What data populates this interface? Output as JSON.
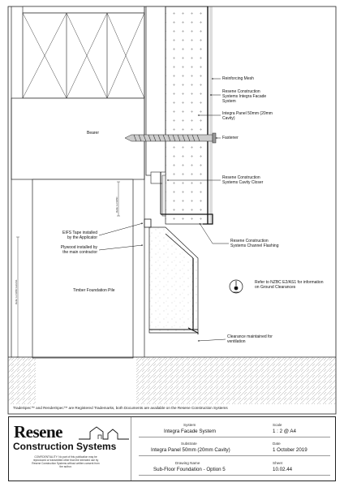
{
  "labels": {
    "reinforcing_mesh": "Reinforcing Mesh",
    "resene_facade_system": [
      "Resene Construction",
      "Systems Integra Facade",
      "System"
    ],
    "integra_panel": [
      "Integra Panel 50mm (20mm",
      "Cavity)"
    ],
    "fastener": "Fastener",
    "bearer": "Bearer",
    "cavity_closer": [
      "Resene Construction",
      "Systems Cavity Closer"
    ],
    "eifs_tape": [
      "EIFS Tape installed",
      "by the Applicator"
    ],
    "plywood": [
      "Plywood installed by",
      "the main contractor"
    ],
    "channel_flashing": [
      "Resene Construction",
      "Systems Channel Flashing"
    ],
    "nzbc_note": [
      "Refer to NZBC E2/AS1 for information",
      "on Ground Clearances"
    ],
    "timber_pile": "Timber Foundation Pile",
    "clearance": [
      "Clearance maintained for",
      "ventilation"
    ],
    "dim_small": "Refer to NZBC",
    "dim_large": "Refer to NZBC E2/AS1"
  },
  "footnote": "TradeSpec™ and RenderSpec™ are Registered Trademarks, both Documents are available on the Resene Construction Systems",
  "title_block": {
    "logo_word": "Resene",
    "logo_sub": "Construction Systems",
    "confidentiality": [
      "CONFIDENTIALITY: No part of this publication may be",
      "reproduced or transmitted other than the intended use by",
      "Resene Construction Systems without written consent from",
      "the author."
    ],
    "system_label": "System",
    "system_value": "Integra Facade System",
    "scale_label": "Scale",
    "scale_value": "1 : 2 @ A4",
    "substrate_label": "Substrate",
    "substrate_value": "Integra Panel 50mm (20mm Cavity)",
    "date_label": "Date",
    "date_value": "1 October 2019",
    "drawing_name_label": "Drawing Name",
    "drawing_name_value": "Sub-Floor Foundation - Option 5",
    "sheet_label": "Sheet",
    "sheet_value": "10.02.44"
  }
}
